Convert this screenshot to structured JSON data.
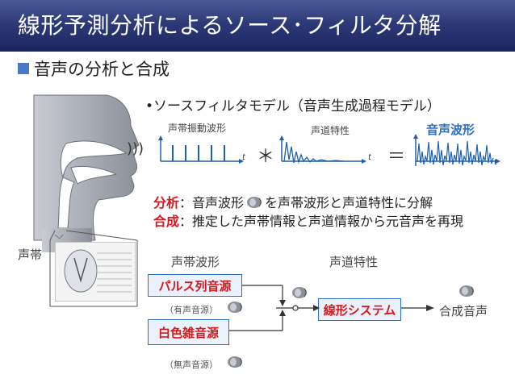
{
  "header": {
    "title": "線形予測分析によるソース･フィルタ分解"
  },
  "section": {
    "heading": "音声の分析と合成"
  },
  "model": {
    "bullet": "•ソースフィルタモデル（音声生成過程モデル）"
  },
  "waves": {
    "source_label": "声帯振動波形",
    "tract_label": "声道特性",
    "speech_label": "音声波形",
    "t_label": "t",
    "conv_op": "＊",
    "eq_op": "＝"
  },
  "analysis": {
    "analysis_key": "分析",
    "analysis_pre": "：音声波形",
    "analysis_post": "を声帯波形と声道特性に分解",
    "synthesis_key": "合成",
    "synthesis_text": "：推定した声帯情報と声道情報から元音声を再現"
  },
  "vocal": {
    "label": "声帯"
  },
  "synth": {
    "source_head": "声帯波形",
    "tract_head": "声道特性",
    "pulse": "パルス列音源",
    "voiced": "（有声音源）",
    "noise": "白色雑音源",
    "unvoiced": "（無声音源）",
    "system": "線形システム",
    "output": "合成音声"
  },
  "colors": {
    "accent": "#2a6fc8",
    "red": "#d8181c",
    "header": "#2d3a78"
  },
  "icons": [
    "speaker-icon",
    "head-silhouette-icon",
    "larynx-image"
  ]
}
